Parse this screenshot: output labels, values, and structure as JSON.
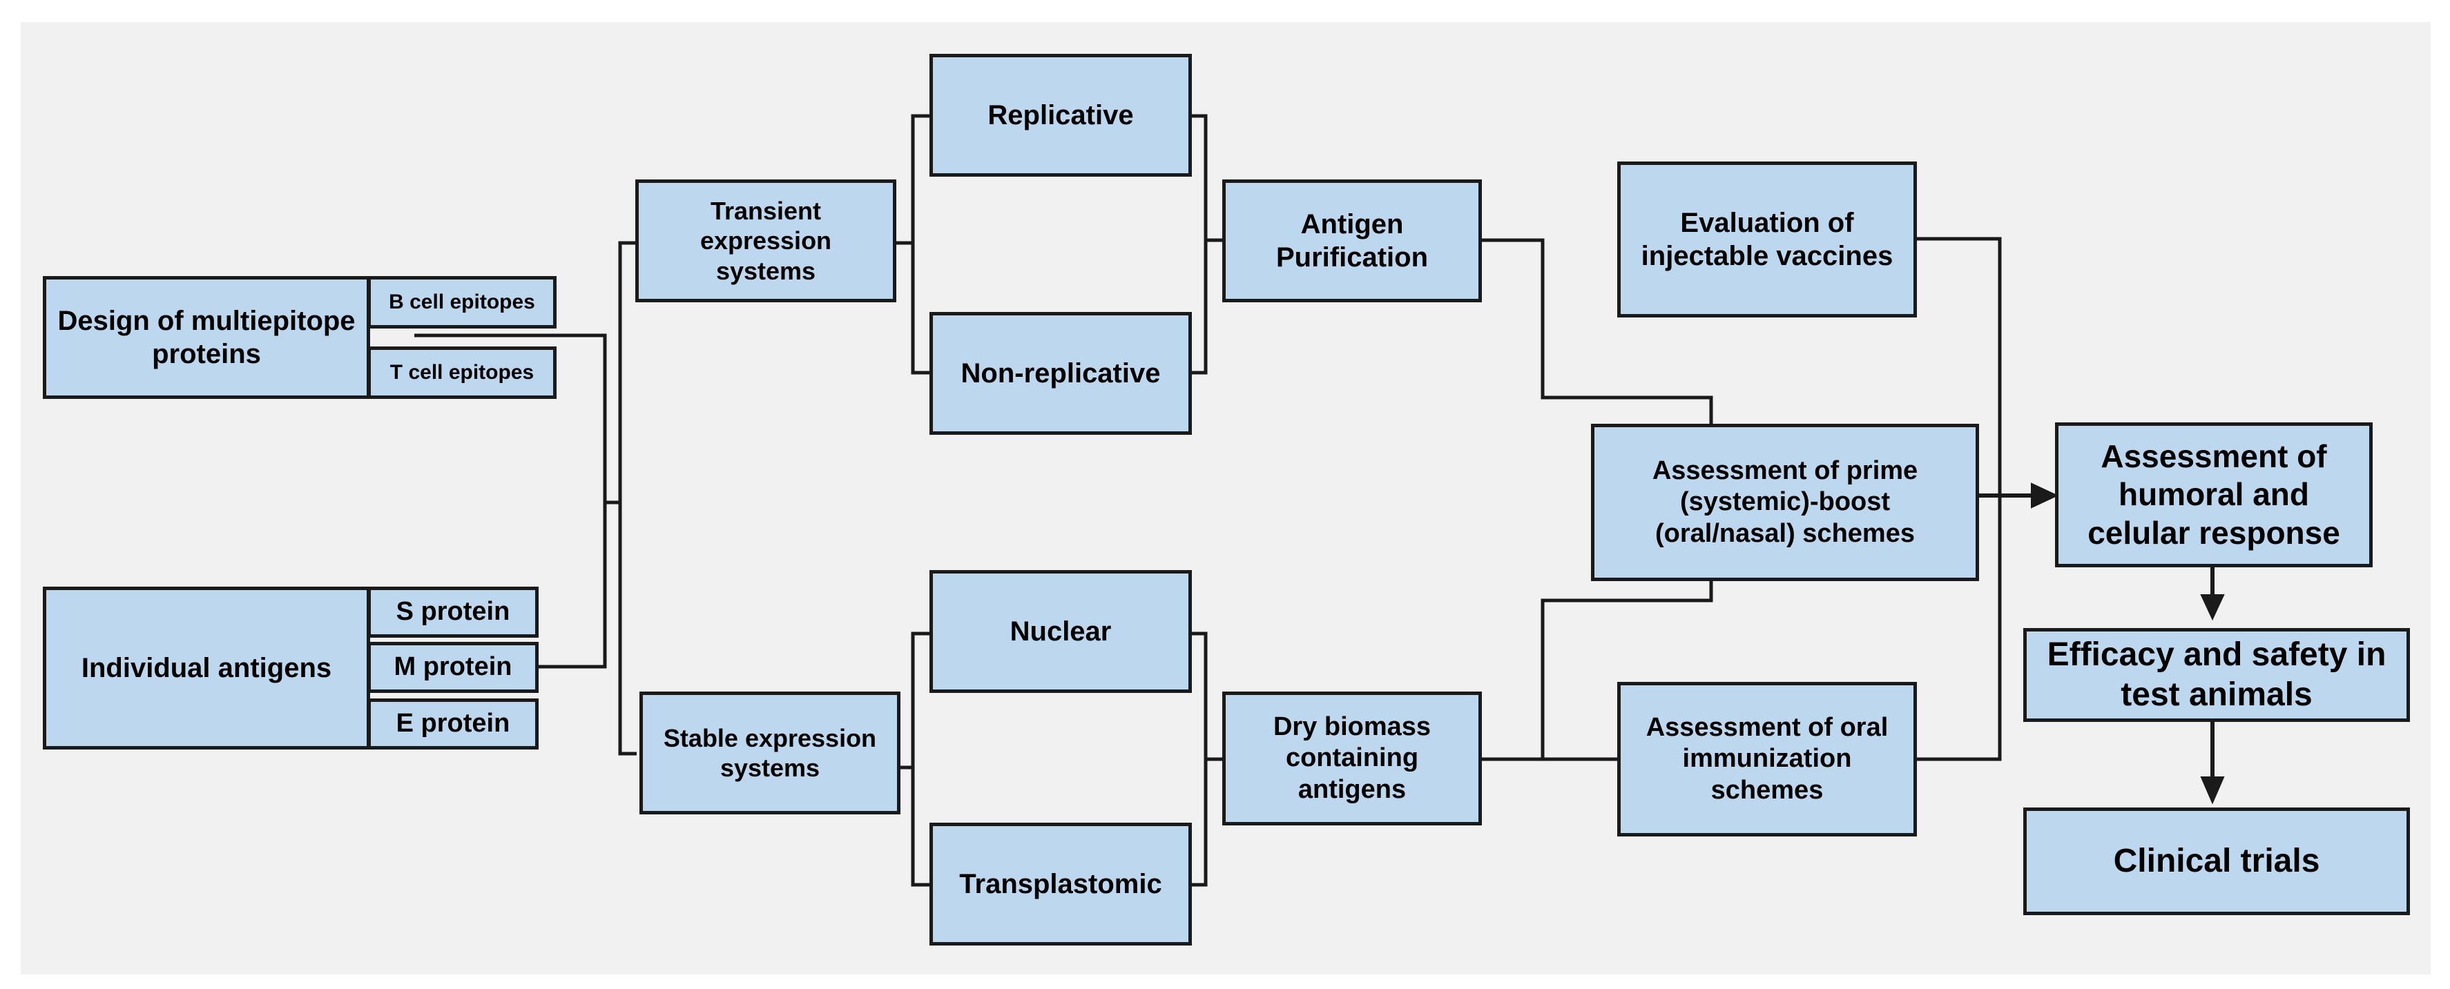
{
  "nodes": {
    "design": "Design of multiepitope proteins",
    "b_cell": "B cell epitopes",
    "t_cell": "T cell epitopes",
    "individual": "Individual antigens",
    "s_protein": "S protein",
    "m_protein": "M protein",
    "e_protein": "E protein",
    "transient": "Transient expression systems",
    "stable": "Stable expression systems",
    "replicative": "Replicative",
    "non_replicative": "Non-replicative",
    "nuclear": "Nuclear",
    "transplastomic": "Transplastomic",
    "antigen_purification": "Antigen Purification",
    "dry_biomass": "Dry biomass containing antigens",
    "eval_injectable": "Evaluation of injectable vaccines",
    "prime_boost": "Assessment of prime (systemic)-boost (oral/nasal) schemes",
    "oral_immunization": "Assessment of oral immunization schemes",
    "humoral": "Assessment of humoral and celular response",
    "efficacy": "Efficacy and safety in test animals",
    "clinical": "Clinical trials"
  },
  "colors": {
    "box_fill": "#bdd7ee",
    "box_border": "#1a1a1a",
    "background": "#f1f1f1",
    "line": "#1a1a1a"
  }
}
